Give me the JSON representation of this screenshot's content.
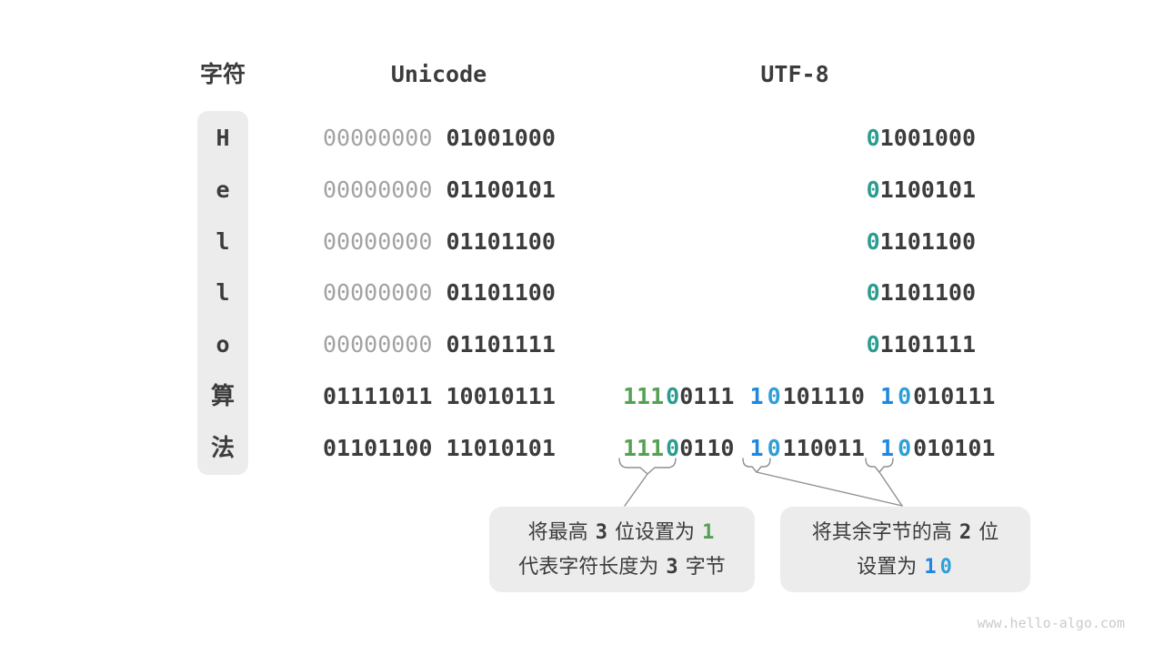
{
  "headers": {
    "character": "字符",
    "unicode": "Unicode",
    "utf8": "UTF-8"
  },
  "colors": {
    "dark": "#3c3c3c",
    "gray": "#a2a2a2",
    "green": "#55a054",
    "teal": "#2a9d8f",
    "blue": "#1f87e0",
    "blue_zero": "#2f9fd6",
    "connector_line": "#8f8f8f",
    "panel_bg": "#ececec",
    "watermark": "#cbcbcb"
  },
  "rows": [
    {
      "char": "H",
      "char_type": "latin",
      "unicode": [
        [
          "00000000",
          "gray"
        ],
        [
          " ",
          "dark"
        ],
        [
          "01001000",
          "dark"
        ]
      ],
      "utf8": [
        [
          "0",
          "teal"
        ],
        [
          "1001000",
          "dark"
        ]
      ]
    },
    {
      "char": "e",
      "char_type": "latin",
      "unicode": [
        [
          "00000000",
          "gray"
        ],
        [
          " ",
          "dark"
        ],
        [
          "01100101",
          "dark"
        ]
      ],
      "utf8": [
        [
          "0",
          "teal"
        ],
        [
          "1100101",
          "dark"
        ]
      ]
    },
    {
      "char": "l",
      "char_type": "latin",
      "unicode": [
        [
          "00000000",
          "gray"
        ],
        [
          " ",
          "dark"
        ],
        [
          "01101100",
          "dark"
        ]
      ],
      "utf8": [
        [
          "0",
          "teal"
        ],
        [
          "1101100",
          "dark"
        ]
      ]
    },
    {
      "char": "l",
      "char_type": "latin",
      "unicode": [
        [
          "00000000",
          "gray"
        ],
        [
          " ",
          "dark"
        ],
        [
          "01101100",
          "dark"
        ]
      ],
      "utf8": [
        [
          "0",
          "teal"
        ],
        [
          "1101100",
          "dark"
        ]
      ]
    },
    {
      "char": "o",
      "char_type": "latin",
      "unicode": [
        [
          "00000000",
          "gray"
        ],
        [
          " ",
          "dark"
        ],
        [
          "01101111",
          "dark"
        ]
      ],
      "utf8": [
        [
          "0",
          "teal"
        ],
        [
          "1101111",
          "dark"
        ]
      ]
    },
    {
      "char": "算",
      "char_type": "cjk",
      "unicode": [
        [
          "01111011 10010111",
          "dark"
        ]
      ],
      "utf8": [
        [
          "111",
          "green"
        ],
        [
          "0",
          "teal"
        ],
        [
          "0111",
          "dark"
        ],
        [
          " ",
          "dark"
        ],
        [
          "1",
          "blue"
        ],
        [
          "0",
          "blue_zero"
        ],
        [
          "101110",
          "dark"
        ],
        [
          " ",
          "dark"
        ],
        [
          "1",
          "blue"
        ],
        [
          "0",
          "blue_zero"
        ],
        [
          "010111",
          "dark"
        ]
      ]
    },
    {
      "char": "法",
      "char_type": "cjk",
      "unicode": [
        [
          "01101100 11010101",
          "dark"
        ]
      ],
      "utf8": [
        [
          "111",
          "green"
        ],
        [
          "0",
          "teal"
        ],
        [
          "0110",
          "dark"
        ],
        [
          " ",
          "dark"
        ],
        [
          "1",
          "blue"
        ],
        [
          "0",
          "blue_zero"
        ],
        [
          "110011",
          "dark"
        ],
        [
          " ",
          "dark"
        ],
        [
          "1",
          "blue"
        ],
        [
          "0",
          "blue_zero"
        ],
        [
          "010101",
          "dark"
        ]
      ]
    }
  ],
  "callouts": [
    {
      "name": "callout-leading-byte",
      "lines": [
        [
          [
            "将最高 ",
            "text"
          ],
          [
            "3",
            "num"
          ],
          [
            " 位设置为 ",
            "text"
          ],
          [
            "1",
            "green"
          ]
        ],
        [
          [
            "代表字符长度为 ",
            "text"
          ],
          [
            "3",
            "num"
          ],
          [
            " 字节",
            "text"
          ]
        ]
      ]
    },
    {
      "name": "callout-continuation-byte",
      "lines": [
        [
          [
            "将其余字节的高 ",
            "text"
          ],
          [
            "2",
            "num"
          ],
          [
            " 位",
            "text"
          ]
        ],
        [
          [
            "设置为 ",
            "text"
          ],
          [
            "1",
            "blue"
          ],
          [
            "0",
            "blue_zero"
          ]
        ]
      ]
    }
  ],
  "watermark": "www.hello-algo.com"
}
